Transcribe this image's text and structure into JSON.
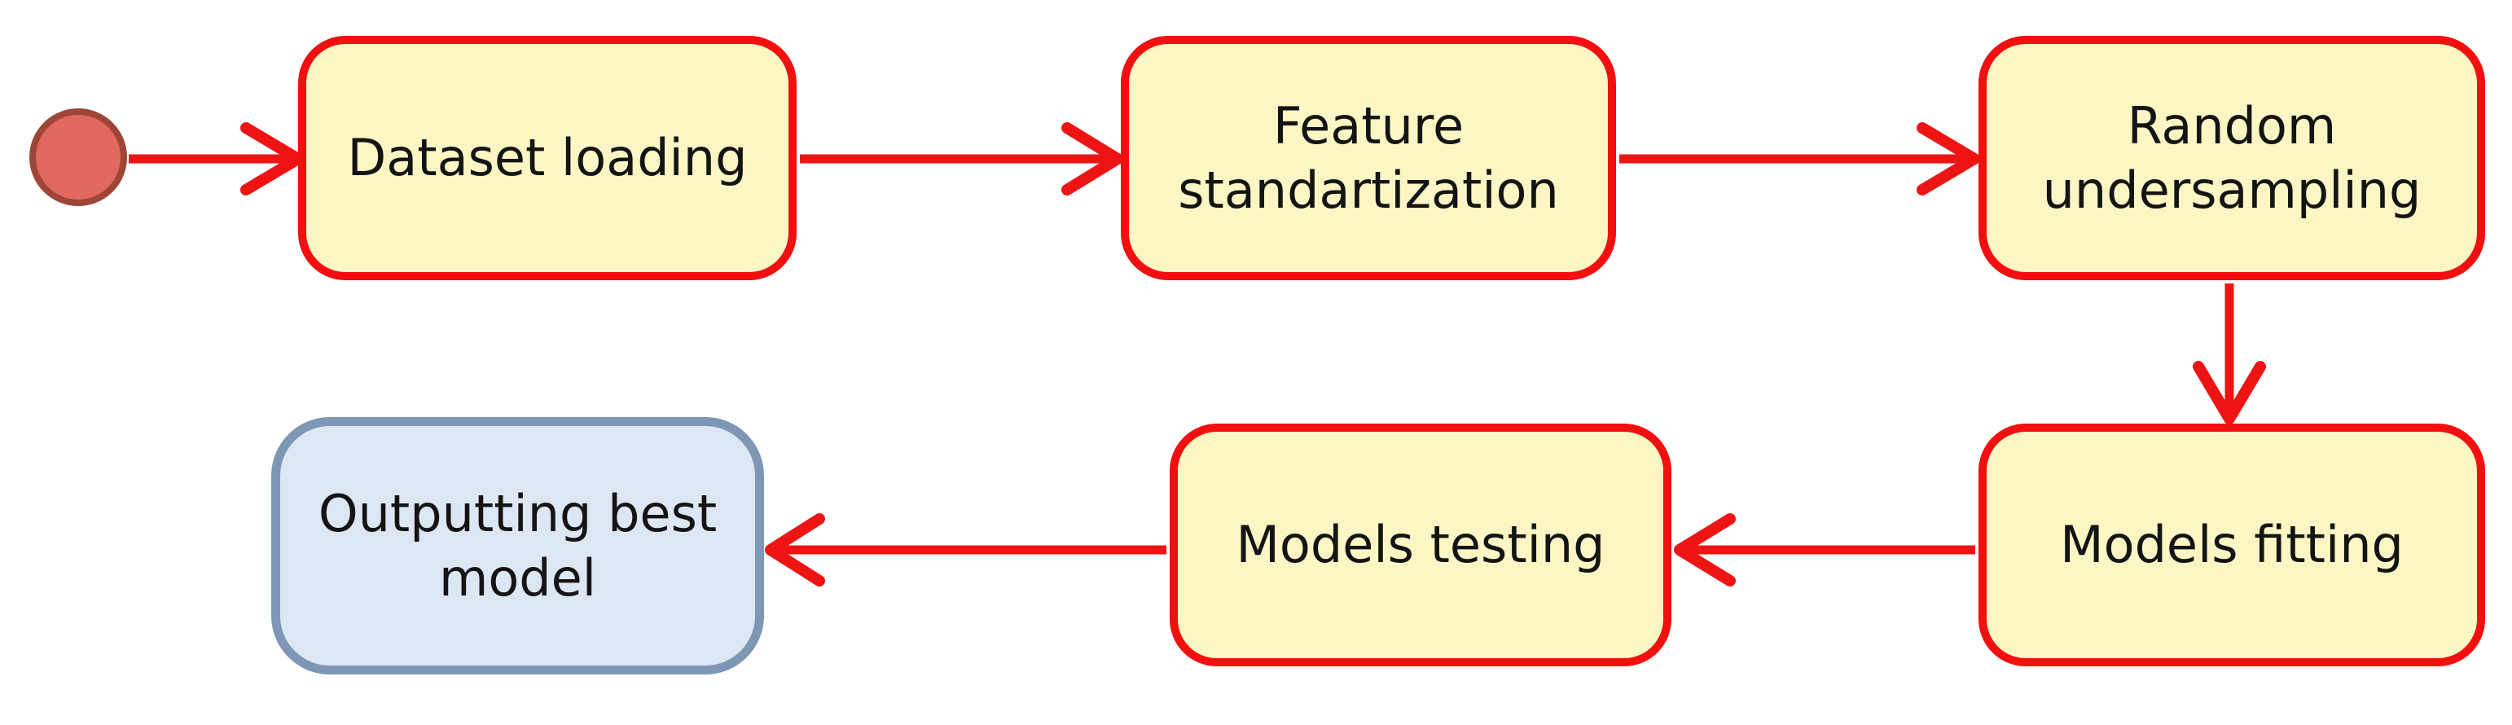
{
  "diagram": {
    "kind": "activity-flowchart",
    "background_color": "#ffffff",
    "colors": {
      "arrow": "#ee1414",
      "process_fill": "#fcf6c5",
      "process_border": "#f20f0f",
      "terminal_fill": "#dde7f3",
      "terminal_border": "#7e97b5",
      "start_fill": "#e0685e",
      "start_border": "#9e4538",
      "text": "#141414"
    },
    "nodes": [
      {
        "id": "start",
        "kind": "start",
        "lines": []
      },
      {
        "id": "dataset-loading",
        "kind": "process",
        "lines": [
          "Dataset loading"
        ]
      },
      {
        "id": "feature-standartization",
        "kind": "process",
        "lines": [
          "Feature",
          "standartization"
        ]
      },
      {
        "id": "random-undersampling",
        "kind": "process",
        "lines": [
          "Random",
          "undersampling"
        ]
      },
      {
        "id": "models-fitting",
        "kind": "process",
        "lines": [
          "Models fitting"
        ]
      },
      {
        "id": "models-testing",
        "kind": "process",
        "lines": [
          "Models testing"
        ]
      },
      {
        "id": "outputting-best-model",
        "kind": "terminal",
        "lines": [
          "Outputting best",
          "model"
        ]
      }
    ],
    "edges": [
      {
        "from": "start",
        "to": "dataset-loading",
        "direction": "right"
      },
      {
        "from": "dataset-loading",
        "to": "feature-standartization",
        "direction": "right"
      },
      {
        "from": "feature-standartization",
        "to": "random-undersampling",
        "direction": "right"
      },
      {
        "from": "random-undersampling",
        "to": "models-fitting",
        "direction": "down"
      },
      {
        "from": "models-fitting",
        "to": "models-testing",
        "direction": "left"
      },
      {
        "from": "models-testing",
        "to": "outputting-best-model",
        "direction": "left"
      }
    ]
  }
}
